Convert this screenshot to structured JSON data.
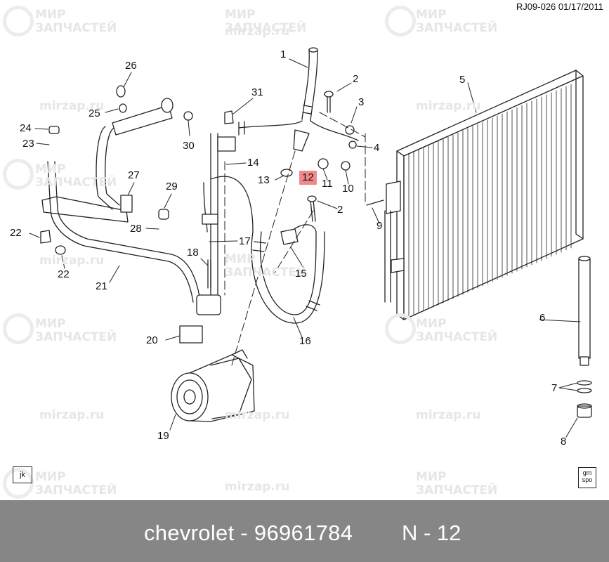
{
  "header": {
    "code": "RJ09-026  01/17/2011"
  },
  "watermarks": {
    "ru_text": "МИР\nЗАПЧАСТЕЙ",
    "site": "mirzap.ru"
  },
  "callouts": [
    "1",
    "2",
    "3",
    "4",
    "5",
    "6",
    "7",
    "8",
    "9",
    "10",
    "11",
    "12",
    "13",
    "14",
    "15",
    "16",
    "17",
    "18",
    "19",
    "20",
    "21",
    "22",
    "22",
    "23",
    "24",
    "25",
    "26",
    "27",
    "28",
    "29",
    "30",
    "31",
    "2"
  ],
  "highlight_callout": "12",
  "badges": {
    "jk": "jk",
    "gmspo": "gm\nspo"
  },
  "footer": {
    "text": "chevrolet - 96961784",
    "ref": "N - 12"
  },
  "colors": {
    "highlight": "#f08a8a",
    "footer_bg": "#868686",
    "line": "#222222"
  }
}
